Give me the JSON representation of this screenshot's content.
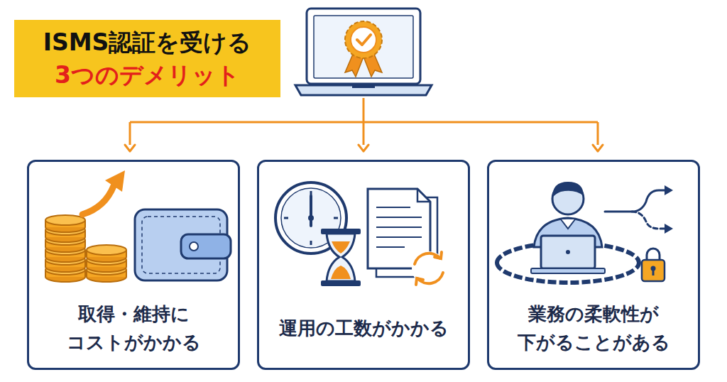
{
  "diagram": {
    "nodes": [
      {
        "text": [
          "ISMS認証を受ける",
          "3つのデメリット"
        ]
      },
      {
        "text": [
          "取得・維持に コストがかかる"
        ]
      },
      {
        "text": [
          "運用の工数がかかる"
        ]
      },
      {
        "text": [
          "業務の柔軟性が 下がることがある"
        ]
      }
    ]
  }
}
